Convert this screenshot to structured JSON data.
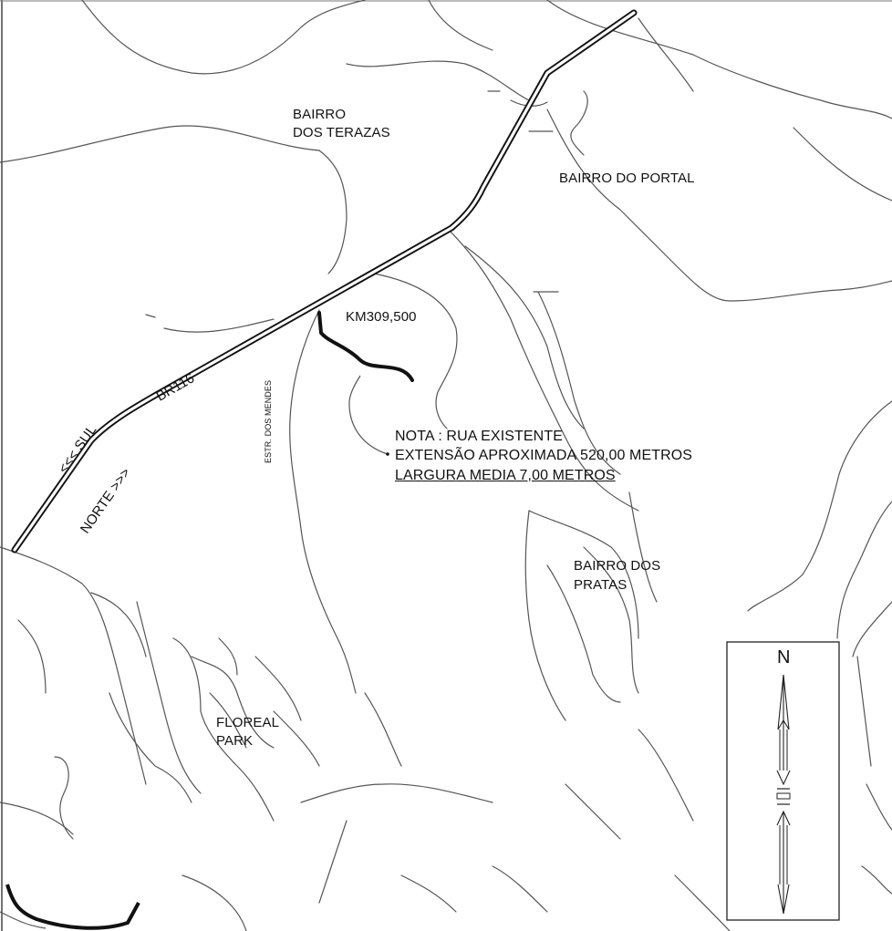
{
  "labels": {
    "bairro_terazas_1": "BAIRRO",
    "bairro_terazas_2": "DOS TERAZAS",
    "bairro_portal": "BAIRRO DO PORTAL",
    "km": "KM309,500",
    "road_br116": "BR116",
    "sul": "<<< SUL",
    "norte": "NORTE >>>",
    "estr_mendes": "ESTR. DOS MENDES",
    "bairro_pratas_1": "BAIRRO DOS",
    "bairro_pratas_2": "PRATAS",
    "floreal_1": "FLOREAL",
    "floreal_2": "PARK",
    "north": "N"
  },
  "note": {
    "line1": "NOTA : RUA EXISTENTE",
    "line2": "EXTENSÃO APROXIMADA  520,00 METROS",
    "line3": "LARGURA MEDIA 7,00 METROS"
  },
  "icons": {
    "north_arrow": "north-arrow-icon"
  },
  "colors": {
    "ink": "#111111",
    "contour": "#555555"
  }
}
